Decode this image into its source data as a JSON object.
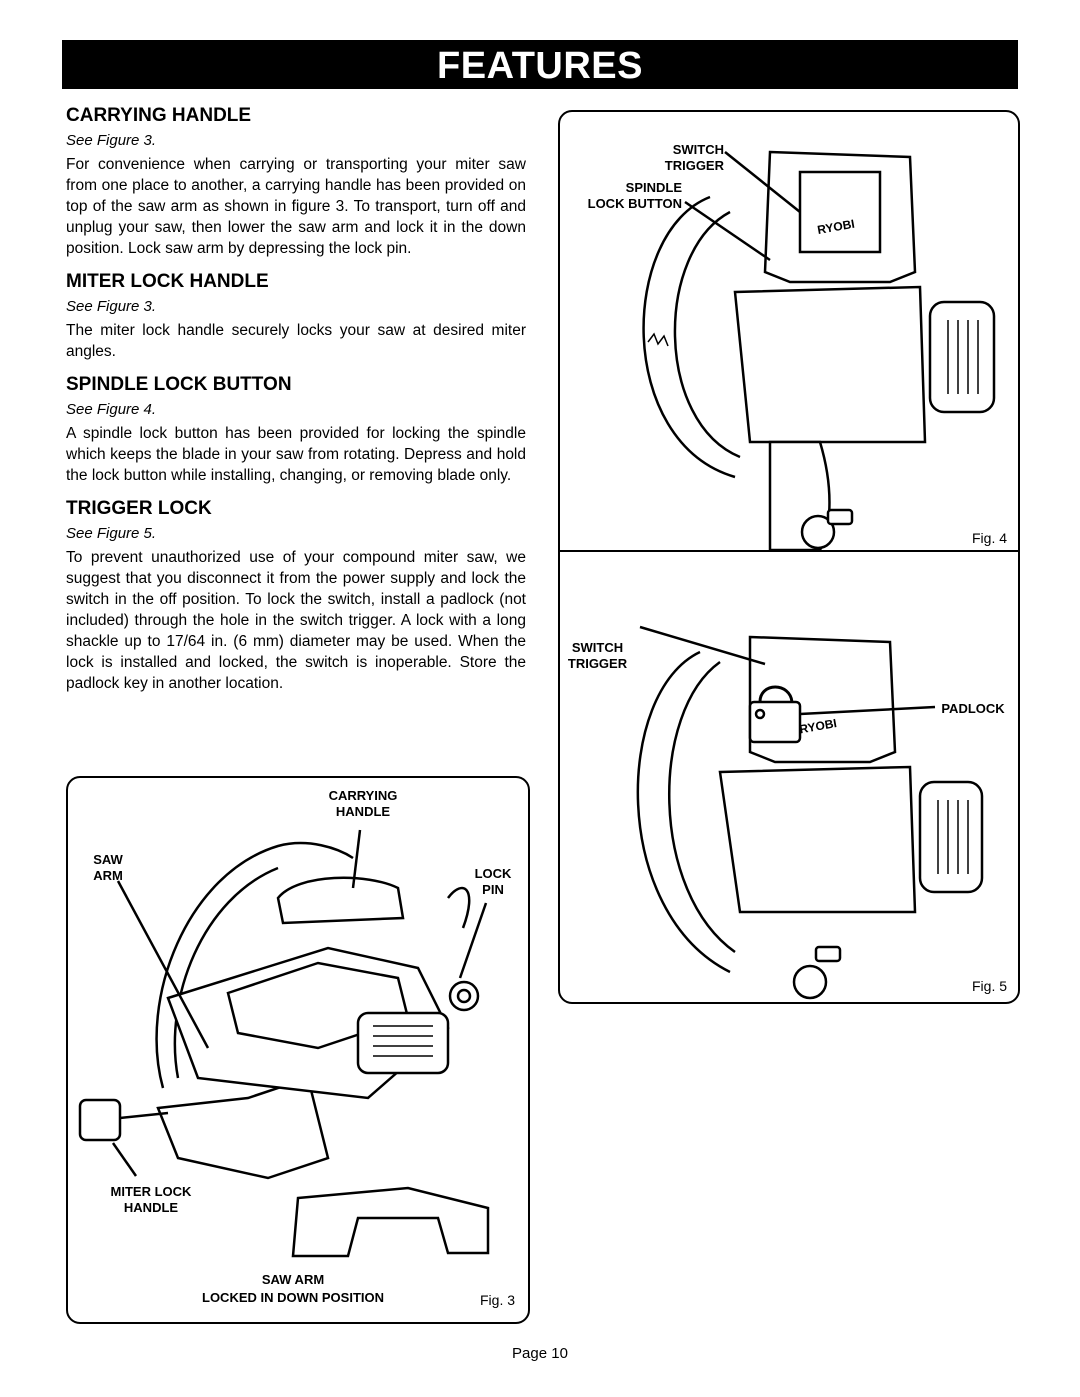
{
  "header": {
    "title": "FEATURES"
  },
  "sections": [
    {
      "heading": "CARRYING HANDLE",
      "see": "See Figure 3.",
      "body": "For convenience when carrying or transporting your miter saw from one place to another, a carrying handle has been provided on top of the saw arm as shown in figure 3. To transport, turn off and unplug your saw, then lower the saw arm and lock it in the down position. Lock saw arm by depressing the lock pin."
    },
    {
      "heading": "MITER LOCK HANDLE",
      "see": "See Figure 3.",
      "body": "The miter lock handle securely locks your saw at desired miter angles."
    },
    {
      "heading": "SPINDLE LOCK BUTTON",
      "see": "See Figure 4.",
      "body": "A spindle lock button has been provided for locking the spindle which keeps the blade in your saw from rotating. Depress and hold the lock button while installing, changing, or removing blade only."
    },
    {
      "heading": "TRIGGER LOCK",
      "see": "See Figure 5.",
      "body": "To prevent unauthorized use of your compound miter saw, we suggest that you disconnect it from the power supply and lock the switch in the off position. To lock the switch, install a padlock (not included) through the hole in the switch trigger. A lock with a long shackle up to 17/64 in. (6 mm) diameter may be used. When the lock is installed and locked, the switch is inoperable. Store the padlock key in another location."
    }
  ],
  "fig3": {
    "caption": "Fig. 3",
    "carrying_handle": "CARRYING\nHANDLE",
    "saw_arm": "SAW\nARM",
    "lock_pin": "LOCK\nPIN",
    "miter_lock_handle": "MITER LOCK\nHANDLE",
    "saw_arm_locked_1": "SAW ARM",
    "saw_arm_locked_2": "LOCKED IN DOWN POSITION"
  },
  "fig4": {
    "caption": "Fig. 4",
    "switch_trigger": "SWITCH\nTRIGGER",
    "spindle_lock_button": "SPINDLE\nLOCK BUTTON",
    "brand": "RYOBI"
  },
  "fig5": {
    "caption": "Fig. 5",
    "switch_trigger": "SWITCH\nTRIGGER",
    "padlock": "PADLOCK",
    "brand": "RYOBI"
  },
  "footer": {
    "page": "Page 10"
  }
}
